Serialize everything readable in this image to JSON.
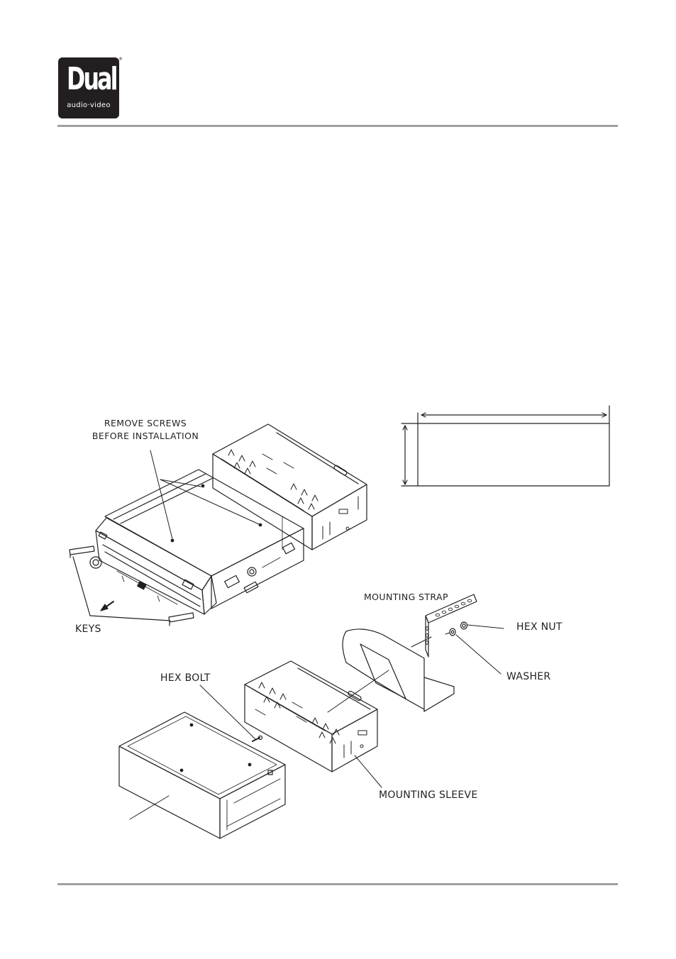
{
  "header": {
    "logo_text": "Dual",
    "logo_subtext": "audio·video",
    "logo_registered": "®"
  },
  "diagram": {
    "remove_screws_line1": "REMOVE SCREWS",
    "remove_screws_line2": "BEFORE INSTALLATION",
    "keys": "KEYS",
    "mounting_strap": "MOUNTING STRAP",
    "hex_nut": "HEX NUT",
    "washer": "WASHER",
    "hex_bolt": "HEX BOLT",
    "mounting_sleeve": "MOUNTING SLEEVE"
  },
  "colors": {
    "ink": "#231f20",
    "rule": "#9d9fa2"
  }
}
